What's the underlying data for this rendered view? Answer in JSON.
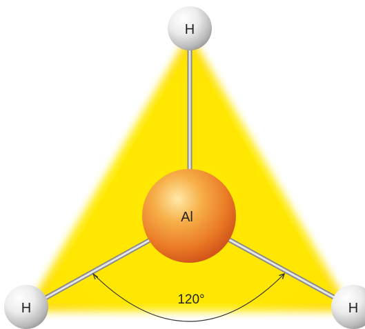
{
  "molecule": {
    "central_atom": {
      "symbol": "Al"
    },
    "ligands": [
      {
        "symbol": "H"
      },
      {
        "symbol": "H"
      },
      {
        "symbol": "H"
      }
    ],
    "bond_angle": {
      "label": "120°"
    }
  },
  "colors": {
    "plane": "#ffe600",
    "central_atom_light": "#ffd68a",
    "central_atom_dark": "#e2611a",
    "ligand_light": "#ffffff",
    "ligand_dark": "#9a9a9a",
    "bond": "#b8b8b8",
    "angle_arc": "#333333"
  }
}
